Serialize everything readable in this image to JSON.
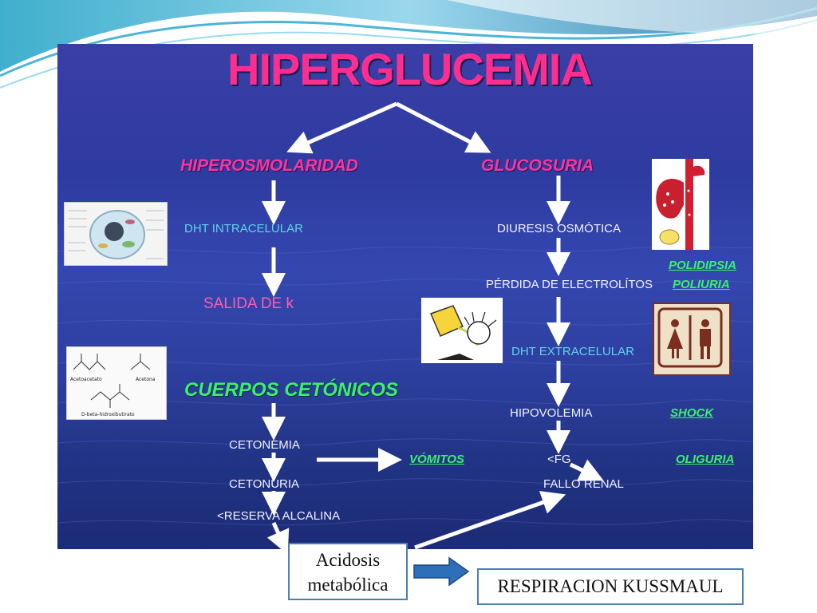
{
  "title": "HIPERGLUCEMIA",
  "left_branch": {
    "heading": "HIPEROSMOLARIDAD",
    "step1": "DHT INTRACELULAR",
    "step2": "SALIDA DE k",
    "heading2": "CUERPOS CETÓNICOS",
    "step3": "CETONEMIA",
    "step4": "CETONURIA",
    "step5": "<RESERVA  ALCALINA"
  },
  "right_branch": {
    "heading": "GLUCOSURIA",
    "step1": "DIURESIS OSMÓTICA",
    "step2": "PÉRDIDA DE ELECTROLÍTOS",
    "step3": "DHT EXTRACELULAR",
    "step4": "HIPOVOLEMIA",
    "step5": "<FG",
    "step6": "FALLO RENAL"
  },
  "side_labels": {
    "polidipsia": "POLIDIPSIA",
    "poliuria": "POLIURIA",
    "shock": "SHOCK",
    "oliguria": "OLIGURIA",
    "vomitos": "VÓMITOS"
  },
  "images": {
    "ketone_labels": [
      "Acetoacetato",
      "Acetona",
      "D-beta-hidroxibutirato"
    ]
  },
  "bottom": {
    "acidosis_line1": "Acidosis",
    "acidosis_line2": "metabólica",
    "respiracion": "RESPIRACION KUSSMAUL"
  },
  "colors": {
    "panel_blue": "#2e3ba0",
    "title_pink": "#ff2e8e",
    "green": "#3cf06a",
    "cyan": "#5fd3ea",
    "box_border": "#4a7fb8"
  }
}
